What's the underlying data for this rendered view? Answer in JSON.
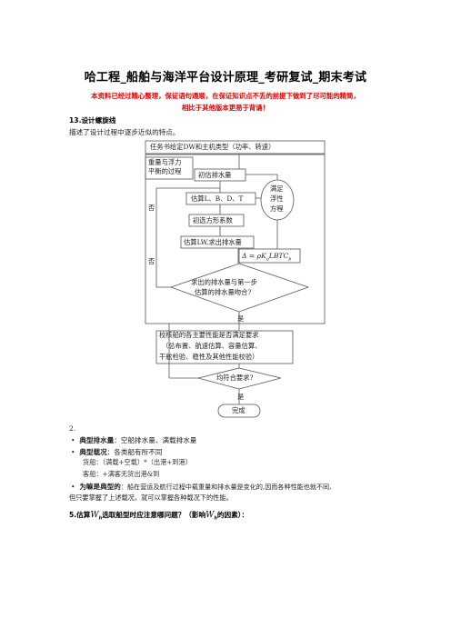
{
  "title": "哈工程_船舶与海洋平台设计原理_考研复试_期末考试",
  "notice": {
    "line1": "本资料已经过精心整理，保证语句通顺，在保证知识点不丢的前提下做到了尽可能的精简，",
    "line2": "相比于其他版本更易于背诵！"
  },
  "section13": {
    "heading": "13.设计螺旋线",
    "desc": "描述了设计过程中逐步近似的特点。"
  },
  "flowchart": {
    "top_box": "任务书给定DW和主机类型（功率、转速）",
    "side_note_1": "重量与浮力",
    "side_note_2": "平衡的过程",
    "initial_displacement": "初估排水量",
    "estimate_dims": "估算L、B、D、T",
    "satisfy_1": "满足",
    "satisfy_2": "浮性",
    "satisfy_3": "方程",
    "initial_coeff": "初选方形系数",
    "estimate_lw": "估算LW,求出排水量",
    "formula_delta": "Δ",
    "formula_eq": " = ρK",
    "formula_sub": "a",
    "formula_rest": "LBTC",
    "formula_sub2": "b",
    "diamond1_line1": "求出的排水量与第一步",
    "diamond1_line2": "估算的排水量吻合?",
    "no_label_1": "否",
    "no_label_2": "否",
    "yes_label_1": "是",
    "check_box_line1": "校核船的各主要性能是否满足要求",
    "check_box_line2": "（总布置、航速估算、容量估算、",
    "check_box_line3": "干舷检验、稳性及其他性能校验）",
    "diamond2": "均符合要求?",
    "yes_label_2": "是",
    "finish": "完成"
  },
  "section2": {
    "number": "2.",
    "bullets": [
      {
        "bold": "典型排水量",
        "text": "：空船排水量、满载排水量"
      },
      {
        "bold": "典型载况",
        "text": "：各类船有所不同"
      },
      {
        "bold": "为嘛是典型的",
        "text": "：船在营运及航行过程中载重量和排水量是变化的,因而各种性能也就不同,"
      }
    ],
    "cargo_ship": "货船：（满载+空载）*（出港+到港）",
    "passenger_ship": "客船：+满客无货出港&到",
    "continuation": "但只要掌握了上述载况，就可以掌握各种载况下的性能。"
  },
  "section5": {
    "prefix": "5.估算",
    "symbol": "W",
    "sub": "h",
    "middle": "选取船型时应注意哪问题？（影响",
    "symbol2": "W",
    "sub2": "h",
    "suffix": "的因素）："
  }
}
